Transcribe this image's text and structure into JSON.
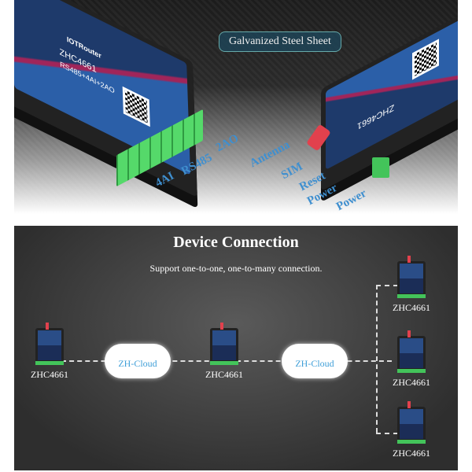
{
  "product_view": {
    "device_model": "ZHC4661",
    "device_spec": "RS485+4AI+2AO",
    "brand": "IOTRouter",
    "callout": "Galvanized Steel Sheet",
    "left_labels": [
      "4AI",
      "RS485",
      "2AO"
    ],
    "right_labels": [
      "Antenna",
      "SIM",
      "Reset",
      "Power",
      "Power"
    ]
  },
  "connection": {
    "title": "Device Connection",
    "subtitle": "Support one-to-one, one-to-many connection.",
    "cloud_label": "ZH-Cloud",
    "nodes": [
      "ZHC4661",
      "ZHC4661",
      "ZHC4661",
      "ZHC4661",
      "ZHC4661"
    ]
  }
}
